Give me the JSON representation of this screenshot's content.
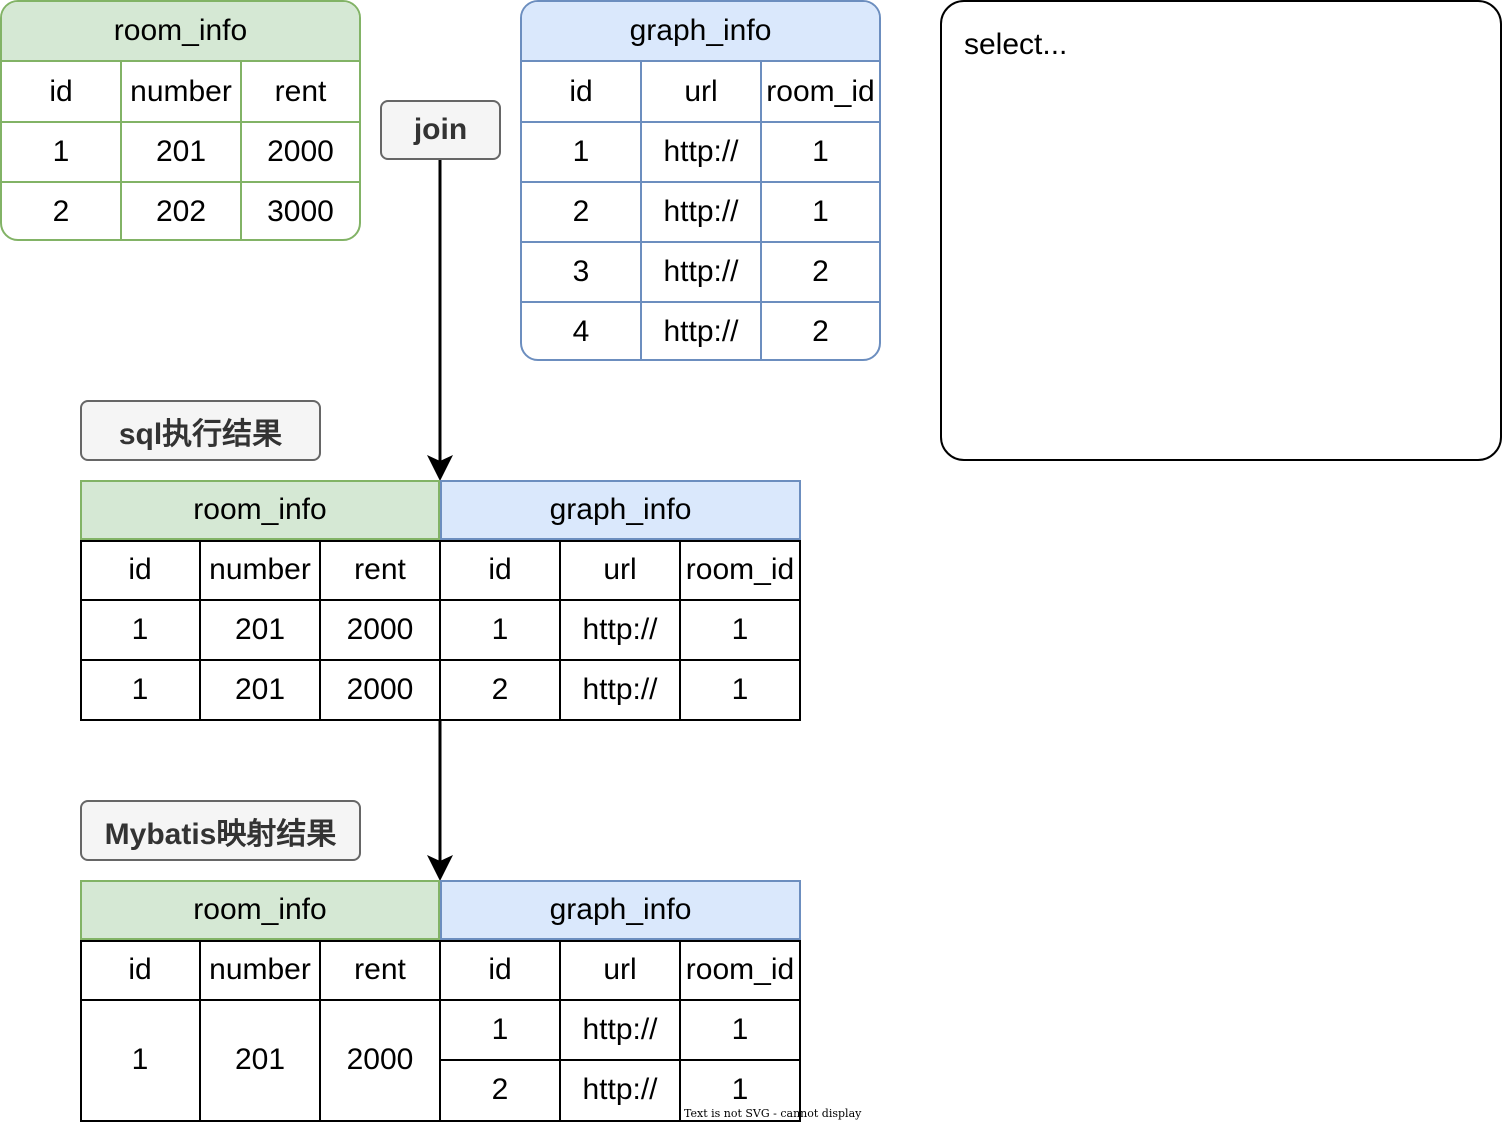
{
  "room_info_table": {
    "title": "room_info",
    "columns": [
      "id",
      "number",
      "rent"
    ],
    "rows": [
      [
        "1",
        "201",
        "2000"
      ],
      [
        "2",
        "202",
        "3000"
      ]
    ]
  },
  "graph_info_table": {
    "title": "graph_info",
    "columns": [
      "id",
      "url",
      "room_id"
    ],
    "rows": [
      [
        "1",
        "http://",
        "1"
      ],
      [
        "2",
        "http://",
        "1"
      ],
      [
        "3",
        "http://",
        "2"
      ],
      [
        "4",
        "http://",
        "2"
      ]
    ]
  },
  "join_label": "join",
  "query_note": "select...",
  "sql_result": {
    "label": "sql执行结果",
    "left_title": "room_info",
    "right_title": "graph_info",
    "columns": [
      "id",
      "number",
      "rent",
      "id",
      "url",
      "room_id"
    ],
    "rows": [
      [
        "1",
        "201",
        "2000",
        "1",
        "http://",
        "1"
      ],
      [
        "1",
        "201",
        "2000",
        "2",
        "http://",
        "1"
      ]
    ]
  },
  "mybatis_result": {
    "label": "Mybatis映射结果",
    "left_title": "room_info",
    "right_title": "graph_info",
    "columns": [
      "id",
      "number",
      "rent",
      "id",
      "url",
      "room_id"
    ],
    "room": [
      "1",
      "201",
      "2000"
    ],
    "graphs": [
      [
        "1",
        "http://",
        "1"
      ],
      [
        "2",
        "http://",
        "1"
      ]
    ]
  },
  "footer_warning": "Text is not SVG - cannot display",
  "colors": {
    "green_fill": "#d5e8d4",
    "green_stroke": "#82b366",
    "blue_fill": "#dae8fc",
    "blue_stroke": "#6c8ebf",
    "label_fill": "#f5f5f5",
    "label_stroke": "#666666"
  }
}
